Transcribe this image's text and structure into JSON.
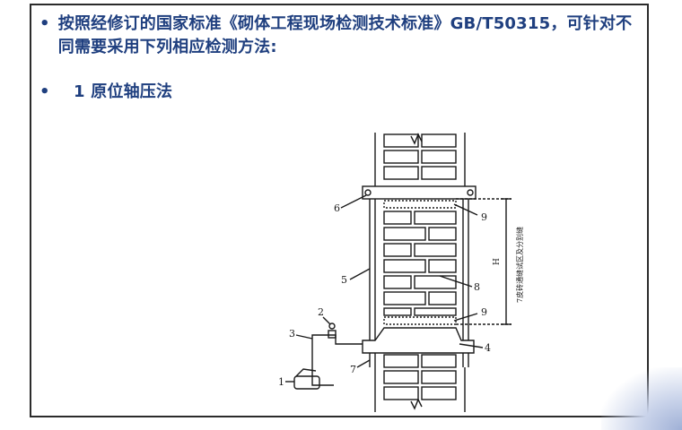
{
  "bullets": [
    {
      "marker": "•",
      "text": "按照经修订的国家标准《砌体工程现场检测技术标准》GB/T50315，可针对不同需要采用下列相应检测方法:"
    },
    {
      "marker": "•",
      "text": "1 原位轴压法"
    }
  ],
  "diagram": {
    "labels": {
      "n1": "1",
      "n2": "2",
      "n3": "3",
      "n4": "4",
      "n5": "5",
      "n6": "6",
      "n7": "7",
      "n8": "8",
      "n9a": "9",
      "n9b": "9"
    },
    "dimension": {
      "h_label": "H",
      "vertical_note": "7皮砖通缝试区及分别缝"
    }
  },
  "colors": {
    "text_blue": "#1f3f7f",
    "line": "#1a1a1a",
    "frame": "#2b2b2b"
  }
}
